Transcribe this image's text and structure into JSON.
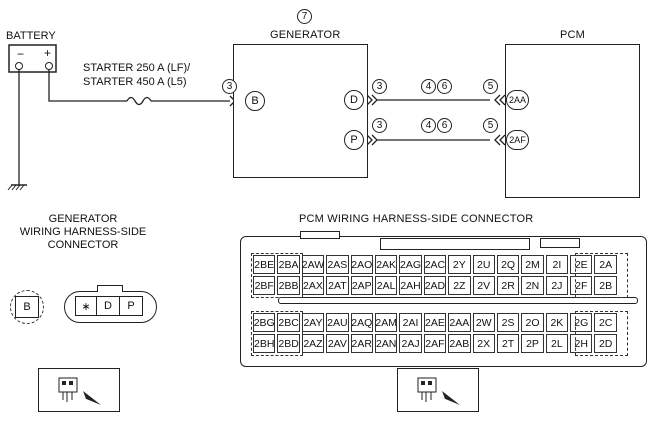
{
  "labels": {
    "battery": "BATTERY",
    "generator_num": "7",
    "generator": "GENERATOR",
    "pcm": "PCM",
    "starter_line1": "STARTER 250 A (LF)/",
    "starter_line2": "STARTER 450 A (L5)",
    "gen_connector_title": [
      "GENERATOR",
      "WIRING HARNESS-SIDE",
      "CONNECTOR"
    ],
    "pcm_connector_title": "PCM WIRING HARNESS-SIDE CONNECTOR"
  },
  "battery_terminals": [
    "−",
    "+"
  ],
  "generator_terminals": {
    "b": "B",
    "d": "D",
    "p": "P"
  },
  "pcm_terminals": {
    "aa": "2AA",
    "af": "2AF"
  },
  "wire_refs": {
    "battery_b": "3",
    "d_row": [
      "3",
      "4",
      "6",
      "5"
    ],
    "p_row": [
      "3",
      "4",
      "6",
      "5"
    ]
  },
  "gen_connector": {
    "b": "B",
    "pins": [
      "∗",
      "D",
      "P"
    ]
  },
  "pcm_connector": {
    "upper": [
      [
        "2BE",
        "2BA",
        "2AW",
        "2AS",
        "2AO",
        "2AK",
        "2AG",
        "2AC",
        "2Y",
        "2U",
        "2Q",
        "2M",
        "2I",
        "2E",
        "2A"
      ],
      [
        "2BF",
        "2BB",
        "2AX",
        "2AT",
        "2AP",
        "2AL",
        "2AH",
        "2AD",
        "2Z",
        "2V",
        "2R",
        "2N",
        "2J",
        "2F",
        "2B"
      ]
    ],
    "lower": [
      [
        "2BG",
        "2BC",
        "2AY",
        "2AU",
        "2AQ",
        "2AM",
        "2AI",
        "2AE",
        "2AA",
        "2W",
        "2S",
        "2O",
        "2K",
        "2G",
        "2C"
      ],
      [
        "2BH",
        "2BD",
        "2AZ",
        "2AV",
        "2AR",
        "2AN",
        "2AJ",
        "2AF",
        "2AB",
        "2X",
        "2T",
        "2P",
        "2L",
        "2H",
        "2D"
      ]
    ]
  }
}
